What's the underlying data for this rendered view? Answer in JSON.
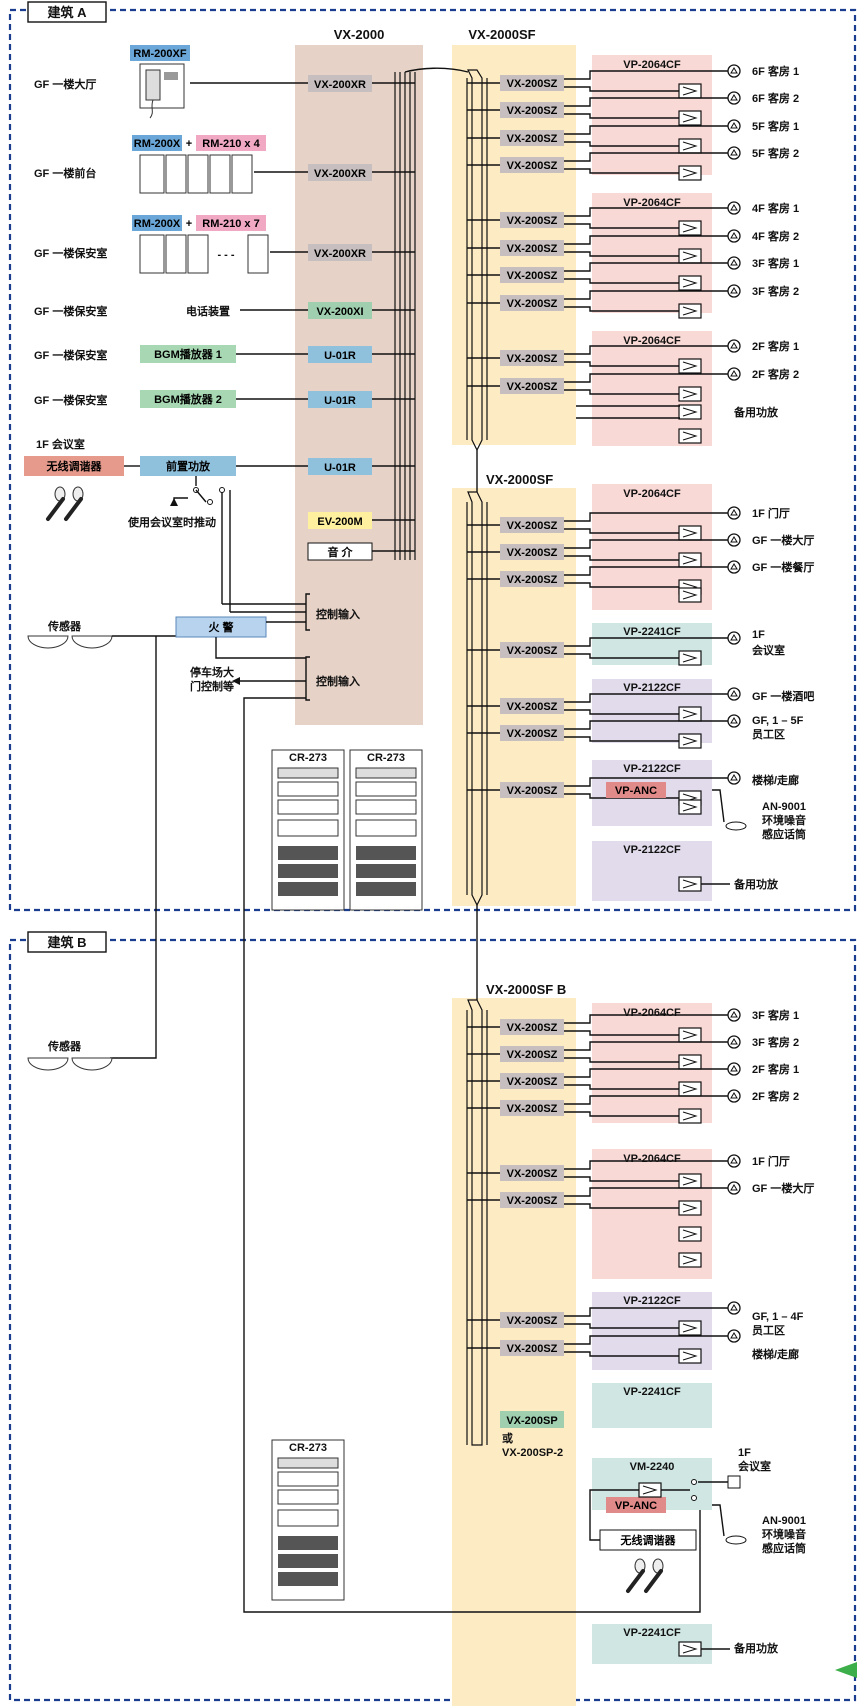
{
  "buildings": {
    "a_tag": "建筑 A",
    "b_tag": "建筑 B"
  },
  "center": {
    "vx2000": "VX-2000",
    "vx2000sf_top": "VX-2000SF",
    "vx2000sf_mid": "VX-2000SF",
    "vx2000sf_b": "VX-2000SF  B",
    "card_xr": "VX-200XR",
    "card_xi": "VX-200XI",
    "card_u01r": "U-01R",
    "card_ev": "EV-200M",
    "card_media": "音  介",
    "control_input": "控制输入",
    "card_sz": "VX-200SZ",
    "card_sp": "VX-200SP",
    "card_sp_or": "或",
    "card_sp2": "VX-200SP-2"
  },
  "left": {
    "rm200xf": "RM-200XF",
    "rm200x": "RM-200X",
    "plus": "+",
    "rm210x4": "RM-210 x 4",
    "rm210x7": "RM-210 x 7",
    "dash": "- - -",
    "rows": [
      {
        "label": "GF  一楼大厅"
      },
      {
        "label": "GF  一楼前台"
      },
      {
        "label": "GF  一楼保安室"
      },
      {
        "label": "GF  一楼保安室"
      },
      {
        "label": "GF  一楼保安室"
      },
      {
        "label": "GF  一楼保安室"
      }
    ],
    "phone_device": "电话装置",
    "bgm1": "BGM播放器 1",
    "bgm2": "BGM播放器 2",
    "meeting_room": "1F  会议室",
    "wireless_tuner": "无线调谐器",
    "preamp": "前置功放",
    "use_meeting": "使用会议室时推动",
    "sensor_a": "传感器",
    "fire_alarm": "火    警",
    "parking_line1": "停车场大",
    "parking_line2": "门控制等",
    "sensor_b": "传感器",
    "rack_a1": "CR-273",
    "rack_a2": "CR-273",
    "rack_b": "CR-273"
  },
  "amps": {
    "vp2064": "VP-2064CF",
    "vp2241": "VP-2241CF",
    "vp2122": "VP-2122CF",
    "vm2240": "VM-2240",
    "vp_anc": "VP-ANC",
    "backup": "备用功放",
    "an9001_l1": "AN-9001",
    "an9001_l2": "环境噪音",
    "an9001_l3": "感应话筒",
    "wireless_b": "无线调谐器"
  },
  "zones": {
    "a1": [
      {
        "floor": "6F",
        "name": "客房 1"
      },
      {
        "floor": "6F",
        "name": "客房 2"
      },
      {
        "floor": "5F",
        "name": "客房 1"
      },
      {
        "floor": "5F",
        "name": "客房 2"
      }
    ],
    "a2": [
      {
        "floor": "4F",
        "name": "客房 1"
      },
      {
        "floor": "4F",
        "name": "客房 2"
      },
      {
        "floor": "3F",
        "name": "客房 1"
      },
      {
        "floor": "3F",
        "name": "客房 2"
      }
    ],
    "a3": [
      {
        "floor": "2F",
        "name": "客房 1"
      },
      {
        "floor": "2F",
        "name": "客房 2"
      }
    ],
    "a4": [
      {
        "floor": "1F",
        "name": "门厅"
      },
      {
        "floor": "GF",
        "name": "一楼大厅"
      },
      {
        "floor": "GF",
        "name": "一楼餐厅"
      }
    ],
    "a5_l1": "1F",
    "a5_l2": "会议室",
    "a6a": "GF 一楼酒吧",
    "a6b_l1": "GF, 1 – 5F",
    "a6b_l2": "员工区",
    "a7": "楼梯/走廊",
    "b1": [
      {
        "floor": "3F",
        "name": "客房 1"
      },
      {
        "floor": "3F",
        "name": "客房 2"
      },
      {
        "floor": "2F",
        "name": "客房 1"
      },
      {
        "floor": "2F",
        "name": "客房 2"
      }
    ],
    "b2": [
      {
        "floor": "1F",
        "name": "门厅"
      },
      {
        "floor": "GF",
        "name": "一楼大厅"
      }
    ],
    "b3_l1": "GF, 1 – 4F",
    "b3_l2": "员工区",
    "b4": "楼梯/走廊",
    "b5_l1": "1F",
    "b5_l2": "会议室"
  },
  "colors": {
    "panel_vx2000": "#e6d2c6",
    "panel_sf": "#fdebc4",
    "amp_pink": "#f9d9d5",
    "amp_teal": "#cfe6e2",
    "amp_purple": "#e2dbeb",
    "card_grey": "#c7bfbf",
    "card_green": "#9fcfae",
    "card_blue": "#8fc0dc",
    "card_yellow": "#fff0a0",
    "rm_blue": "#6aa7d8",
    "rm_pink": "#f1a8c3",
    "bgm_green": "#a8d8b3",
    "tuner_red": "#e59a8c",
    "anc_red": "#e08a8a",
    "fire_blue": "#b8d3ee",
    "frame_blue": "#1a3d8f",
    "arrow_green": "#3cae4a"
  }
}
